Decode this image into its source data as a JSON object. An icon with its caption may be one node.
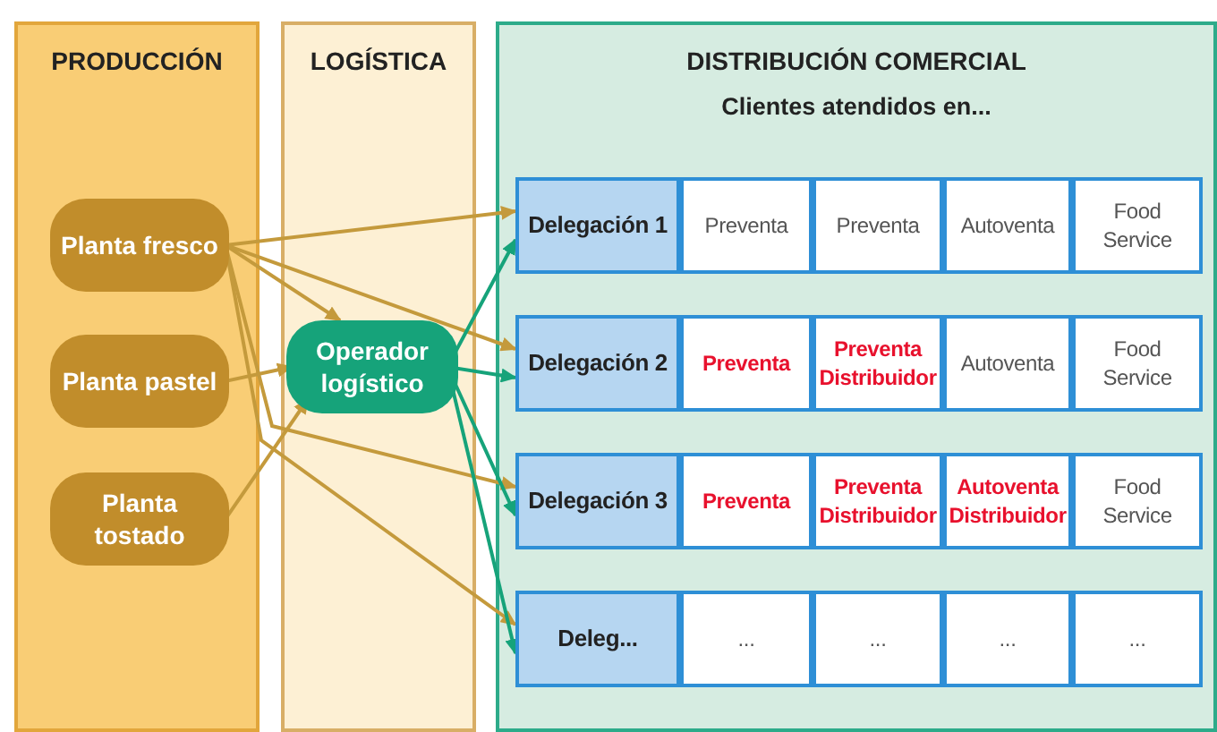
{
  "diagram": {
    "nodes": [
      {
        "text": [
          "PRODUCCIÓN"
        ]
      },
      {
        "text": [
          "LOGÍSTICA"
        ]
      },
      {
        "text": [
          "DISTRIBUCIÓN COMERCIAL",
          "Clientes atendidos en..."
        ]
      },
      {
        "text": [
          "Planta fresco"
        ],
        "in": 0
      },
      {
        "text": [
          "Planta pastel"
        ],
        "in": 0
      },
      {
        "text": [
          "Planta tostado"
        ],
        "in": 0
      },
      {
        "text": [
          "Operador logístico"
        ],
        "in": 1
      },
      {
        "text": [
          "Delegación 1"
        ],
        "in": 2
      },
      {
        "text": [
          "Preventa"
        ],
        "in": 2
      },
      {
        "text": [
          "Preventa"
        ],
        "in": 2
      },
      {
        "text": [
          "Autoventa"
        ],
        "in": 2
      },
      {
        "text": [
          "Food Service"
        ],
        "in": 2
      },
      {
        "text": [
          "Delegación 2"
        ],
        "in": 2
      },
      {
        "text": [
          "Preventa"
        ],
        "in": 2
      },
      {
        "text": [
          "Preventa Distribuidor"
        ],
        "in": 2
      },
      {
        "text": [
          "Autoventa"
        ],
        "in": 2
      },
      {
        "text": [
          "Food Service"
        ],
        "in": 2
      },
      {
        "text": [
          "Delegación 3"
        ],
        "in": 2
      },
      {
        "text": [
          "Preventa"
        ],
        "in": 2
      },
      {
        "text": [
          "Preventa Distribuidor"
        ],
        "in": 2
      },
      {
        "text": [
          "Autoventa Distribuidor"
        ],
        "in": 2
      },
      {
        "text": [
          "Food Service"
        ],
        "in": 2
      },
      {
        "text": [
          "Deleg..."
        ],
        "in": 2
      },
      {
        "text": [
          "..."
        ],
        "in": 2
      },
      {
        "text": [
          "..."
        ],
        "in": 2
      },
      {
        "text": [
          "..."
        ],
        "in": 2
      },
      {
        "text": [
          "..."
        ],
        "in": 2
      }
    ],
    "edges": [
      {
        "from": 3,
        "to": 7,
        "arrow": "to"
      },
      {
        "from": 3,
        "to": 6,
        "arrow": "to"
      },
      {
        "from": 3,
        "to": 12,
        "arrow": "to"
      },
      {
        "from": 3,
        "to": 17,
        "arrow": "to"
      },
      {
        "from": 3,
        "to": 22,
        "arrow": "to"
      },
      {
        "from": 4,
        "to": 6,
        "arrow": "to"
      },
      {
        "from": 5,
        "to": 6,
        "arrow": "to"
      },
      {
        "from": 6,
        "to": 7,
        "arrow": "to",
        "color": "#16a37a"
      },
      {
        "from": 6,
        "to": 12,
        "arrow": "to",
        "color": "#16a37a"
      },
      {
        "from": 6,
        "to": 17,
        "arrow": "to",
        "color": "#16a37a"
      },
      {
        "from": 6,
        "to": 22,
        "arrow": "to",
        "color": "#16a37a"
      }
    ]
  }
}
